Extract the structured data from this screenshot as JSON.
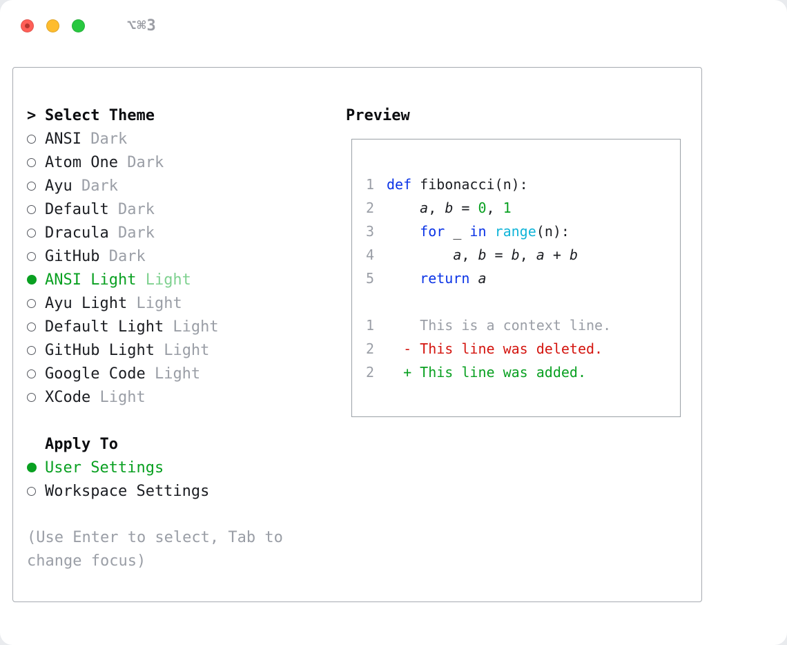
{
  "colors": {
    "text": "#1b1d22",
    "dim": "#9a9ea6",
    "green": "#09a021",
    "green-soft": "#7fd190",
    "blue": "#0a33e6",
    "cyan": "#10b4d8",
    "red": "#d4150f",
    "light-red": "#ff5f57",
    "light-yellow": "#febc2e",
    "light-green-tl": "#28c840"
  },
  "window": {
    "shortcut": "⌥⌘3"
  },
  "selector": {
    "prompt": ">",
    "title": "Select Theme",
    "themes": [
      {
        "name": "ANSI",
        "variant": "Dark",
        "selected": false
      },
      {
        "name": "Atom One",
        "variant": "Dark",
        "selected": false
      },
      {
        "name": "Ayu",
        "variant": "Dark",
        "selected": false
      },
      {
        "name": "Default",
        "variant": "Dark",
        "selected": false
      },
      {
        "name": "Dracula",
        "variant": "Dark",
        "selected": false
      },
      {
        "name": "GitHub",
        "variant": "Dark",
        "selected": false
      },
      {
        "name": "ANSI Light",
        "variant": "Light",
        "selected": true
      },
      {
        "name": "Ayu Light",
        "variant": "Light",
        "selected": false
      },
      {
        "name": "Default Light",
        "variant": "Light",
        "selected": false
      },
      {
        "name": "GitHub Light",
        "variant": "Light",
        "selected": false
      },
      {
        "name": "Google Code",
        "variant": "Light",
        "selected": false
      },
      {
        "name": "XCode",
        "variant": "Light",
        "selected": false
      }
    ],
    "apply_title": "Apply To",
    "apply_options": [
      {
        "name": "User Settings",
        "selected": true
      },
      {
        "name": "Workspace Settings",
        "selected": false
      }
    ],
    "hint": "(Use Enter to select, Tab to change focus)"
  },
  "preview": {
    "title": "Preview",
    "lines": [
      {
        "num": "1",
        "tokens": [
          {
            "t": "def",
            "c": "kw"
          },
          {
            "t": " fibonacci(n):",
            "c": "plain"
          }
        ]
      },
      {
        "num": "2",
        "tokens": [
          {
            "t": "    ",
            "c": "plain"
          },
          {
            "t": "a",
            "c": "var"
          },
          {
            "t": ", ",
            "c": "plain"
          },
          {
            "t": "b",
            "c": "var"
          },
          {
            "t": " = ",
            "c": "plain"
          },
          {
            "t": "0",
            "c": "num"
          },
          {
            "t": ", ",
            "c": "plain"
          },
          {
            "t": "1",
            "c": "num"
          }
        ]
      },
      {
        "num": "3",
        "tokens": [
          {
            "t": "    ",
            "c": "plain"
          },
          {
            "t": "for",
            "c": "kw"
          },
          {
            "t": " _ ",
            "c": "plain"
          },
          {
            "t": "in",
            "c": "kw"
          },
          {
            "t": " ",
            "c": "plain"
          },
          {
            "t": "range",
            "c": "fn"
          },
          {
            "t": "(n):",
            "c": "plain"
          }
        ]
      },
      {
        "num": "4",
        "tokens": [
          {
            "t": "        ",
            "c": "plain"
          },
          {
            "t": "a",
            "c": "var"
          },
          {
            "t": ", ",
            "c": "plain"
          },
          {
            "t": "b",
            "c": "var"
          },
          {
            "t": " = ",
            "c": "plain"
          },
          {
            "t": "b",
            "c": "var"
          },
          {
            "t": ", ",
            "c": "plain"
          },
          {
            "t": "a",
            "c": "var"
          },
          {
            "t": " + ",
            "c": "plain"
          },
          {
            "t": "b",
            "c": "var"
          }
        ]
      },
      {
        "num": "5",
        "tokens": [
          {
            "t": "    ",
            "c": "plain"
          },
          {
            "t": "return",
            "c": "kw"
          },
          {
            "t": " ",
            "c": "plain"
          },
          {
            "t": "a",
            "c": "var"
          }
        ]
      },
      {
        "num": "",
        "tokens": []
      },
      {
        "num": "1",
        "tokens": [
          {
            "t": "    This is a context line.",
            "c": "dim"
          }
        ]
      },
      {
        "num": "2",
        "tokens": [
          {
            "t": "  - This line was deleted.",
            "c": "del"
          }
        ]
      },
      {
        "num": "2",
        "tokens": [
          {
            "t": "  + This line was added.",
            "c": "add"
          }
        ]
      }
    ]
  }
}
